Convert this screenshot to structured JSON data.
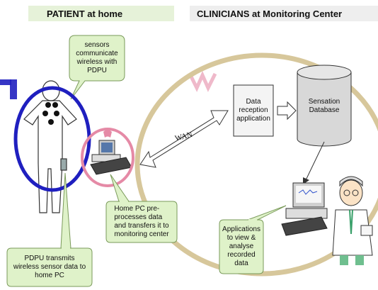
{
  "headers": {
    "patient": "PATIENT at home",
    "clinicians": "CLINICIANS at Monitoring Center"
  },
  "callouts": {
    "sensors": "sensors\ncommunicate\nwireless with\nPDPU",
    "home_pc": "Home PC pre-\nprocesses data\nand transfers it to\nmonitoring center",
    "pdpu": "PDPU transmits\nwireless sensor data to\nhome PC",
    "applications": "Applications\nto view &\nanalyse\nrecorded\ndata"
  },
  "boxes": {
    "data_reception": "Data\nreception\napplication",
    "database": "Sensation\nDatabase"
  },
  "links": {
    "wan": "WAN"
  },
  "colors": {
    "callout_fill": "#dff2c9",
    "callout_stroke": "#7a9a5a",
    "blue_ring": "#1f1fbf",
    "pink_ring": "#e58aa6",
    "tan_ring": "#d7c79b",
    "database_fill": "#d8d8d8"
  }
}
